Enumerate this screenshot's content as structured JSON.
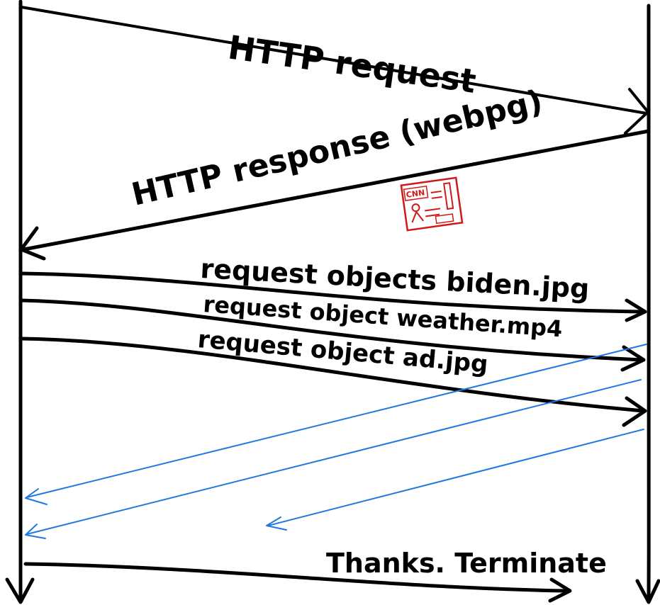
{
  "messages": {
    "http_request": "HTTP request",
    "http_response": "HTTP response (webpg)",
    "request_biden": "request objects biden.jpg",
    "request_weather": "request object weather.mp4",
    "request_ad": "request object ad.jpg",
    "thanks_terminate": "Thanks. Terminate"
  },
  "webpage_sketch": {
    "logo_text": "CNN"
  },
  "colors": {
    "ink": "#000000",
    "response_blue": "#1f77e0",
    "sketch_red": "#d01818"
  }
}
